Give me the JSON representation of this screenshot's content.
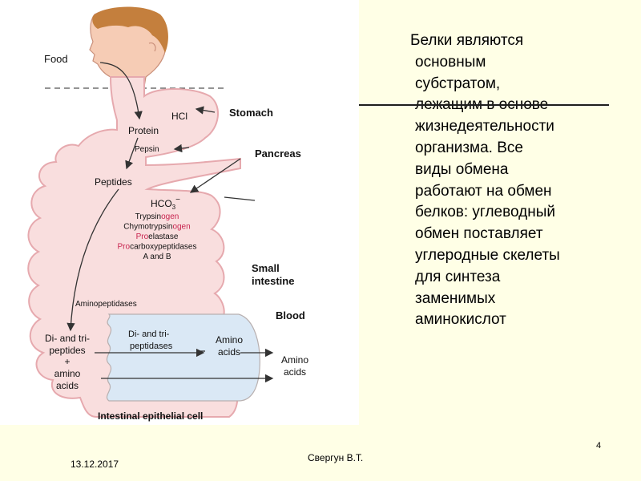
{
  "diagram": {
    "labels": {
      "food": "Food",
      "hcl": "HCl",
      "stomach": "Stomach",
      "protein": "Protein",
      "pepsin": "Pepsin",
      "pancreas": "Pancreas",
      "peptides": "Peptides",
      "hco3": "HCO",
      "hco3_sub": "3",
      "hco3_sup": "−",
      "small_intestine_1": "Small",
      "small_intestine_2": "intestine",
      "aminopeptidases": "Aminopeptidases",
      "blood": "Blood",
      "di_tri_1": "Di- and tri-",
      "di_tri_2": "peptides",
      "plus": "+",
      "amino_1": "amino",
      "amino_2": "acids",
      "dipeptidases_1": "Di- and tri-",
      "dipeptidases_2": "peptidases",
      "amino_acids_in_1": "Amino",
      "amino_acids_in_2": "acids",
      "amino_acids_out_1": "Amino",
      "amino_acids_out_2": "acids",
      "epithelial_cell": "Intestinal epithelial cell"
    },
    "enzymes": [
      {
        "prefix": "Trypsin",
        "suffix": "ogen",
        "after": ""
      },
      {
        "prefix": "Chymotrypsin",
        "suffix": "ogen",
        "after": ""
      },
      {
        "prefix": "",
        "suffix": "Pro",
        "after": "elastase"
      },
      {
        "prefix": "",
        "suffix": "Pro",
        "after": "carboxypeptidases"
      },
      {
        "prefix": "A and B",
        "suffix": "",
        "after": ""
      }
    ],
    "colors": {
      "tract_fill": "#f9dede",
      "tract_stroke": "#e6a9ae",
      "cell_fill": "#dae8f5",
      "proenzyme_highlight": "#c8244f",
      "hair": "#c47f3d",
      "skin": "#f6ccb5"
    }
  },
  "text": {
    "lines": [
      "Белки являются",
      "основным",
      "субстратом,",
      "лежащим в основе",
      "жизнедеятельности",
      "организма.  Все",
      "виды обмена",
      "работают на обмен",
      "белков: углеводный",
      "обмен поставляет",
      "углеродные  скелеты",
      "для синтеза",
      "заменимых",
      "аминокислот"
    ]
  },
  "footer": {
    "date": "13.12.2017",
    "author": "Свергун В.Т.",
    "page": "4"
  }
}
